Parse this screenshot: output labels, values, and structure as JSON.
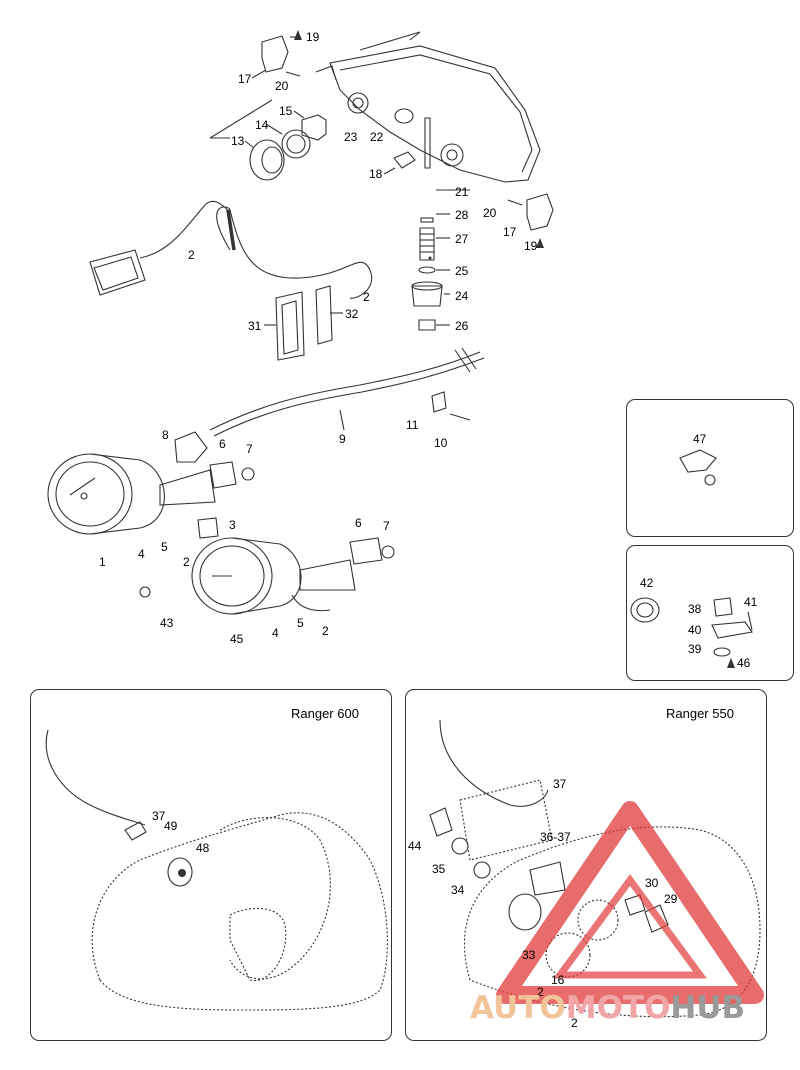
{
  "panels": {
    "ranger600": {
      "title": "Ranger 600",
      "callouts": [
        "37",
        "49",
        "48"
      ]
    },
    "ranger550": {
      "title": "Ranger 550",
      "callouts": [
        "37",
        "44",
        "36-37",
        "35",
        "34",
        "30",
        "29",
        "33",
        "2",
        "16",
        "2"
      ]
    },
    "inset_a": {
      "callouts": [
        "47"
      ]
    },
    "inset_b": {
      "callouts": [
        "42",
        "38",
        "41",
        "40",
        "39",
        "46"
      ]
    }
  },
  "callouts_main": [
    "19",
    "17",
    "20",
    "15",
    "14",
    "13",
    "23",
    "22",
    "18",
    "21",
    "20",
    "28",
    "17",
    "19",
    "27",
    "2",
    "25",
    "24",
    "2",
    "31",
    "32",
    "26",
    "9",
    "11",
    "10",
    "8",
    "6",
    "7",
    "1",
    "4",
    "5",
    "3",
    "2",
    "6",
    "7",
    "45",
    "4",
    "5",
    "2",
    "43"
  ],
  "watermark": {
    "part1": "AUTO",
    "part2": "MOTO",
    "part3": "HUB"
  },
  "colors": {
    "line": "#333333",
    "triangle": "#e23b3b",
    "watermark_orange": "#f1c49a",
    "watermark_red": "#f0a6a6",
    "watermark_grey": "#9a9a9a"
  }
}
